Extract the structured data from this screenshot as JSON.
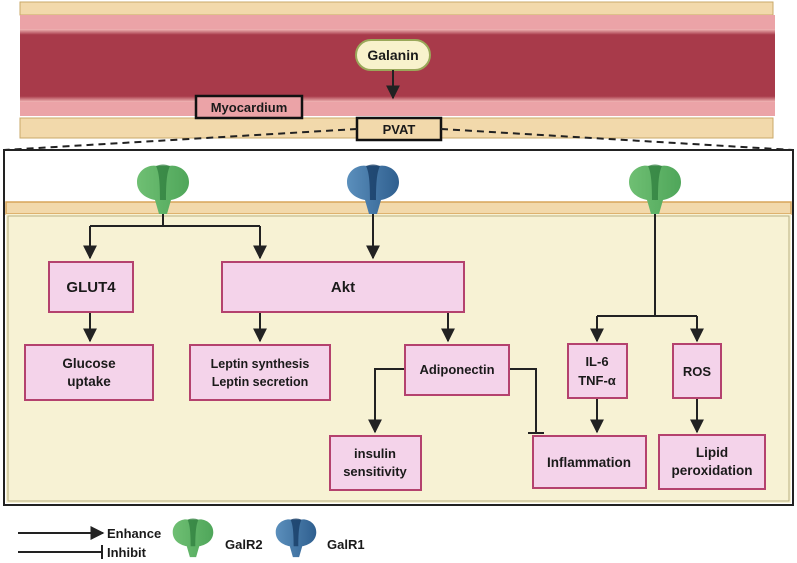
{
  "top": {
    "galanin": "Galanin",
    "myocardium": "Myocardium",
    "pvat": "PVAT"
  },
  "boxes": {
    "glut4": "GLUT4",
    "akt": "Akt",
    "glucose_uptake_l1": "Glucose",
    "glucose_uptake_l2": "uptake",
    "leptin_l1": "Leptin synthesis",
    "leptin_l2": "Leptin secretion",
    "adiponectin": "Adiponectin",
    "insulin_l1": "insulin",
    "insulin_l2": "sensitivity",
    "il6_l1": "IL-6",
    "il6_l2": "TNF-α",
    "ros": "ROS",
    "inflammation": "Inflammation",
    "lipid_l1": "Lipid",
    "lipid_l2": "peroxidation"
  },
  "legend": {
    "enhance": "Enhance",
    "inhibit": "Inhibit",
    "galr2": "GalR2",
    "galr1": "GalR1"
  },
  "colors": {
    "myocardium": "#a83a4a",
    "myocardium_light": "#eba3a7",
    "pvat_band": "#f2d9ab",
    "adipose_bg": "#f7f2d4",
    "box_fill": "#f4d3ea",
    "box_border": "#b4426e",
    "galr2": "#74c47a",
    "galr1": "#4a7fad",
    "arrow": "#222222"
  }
}
